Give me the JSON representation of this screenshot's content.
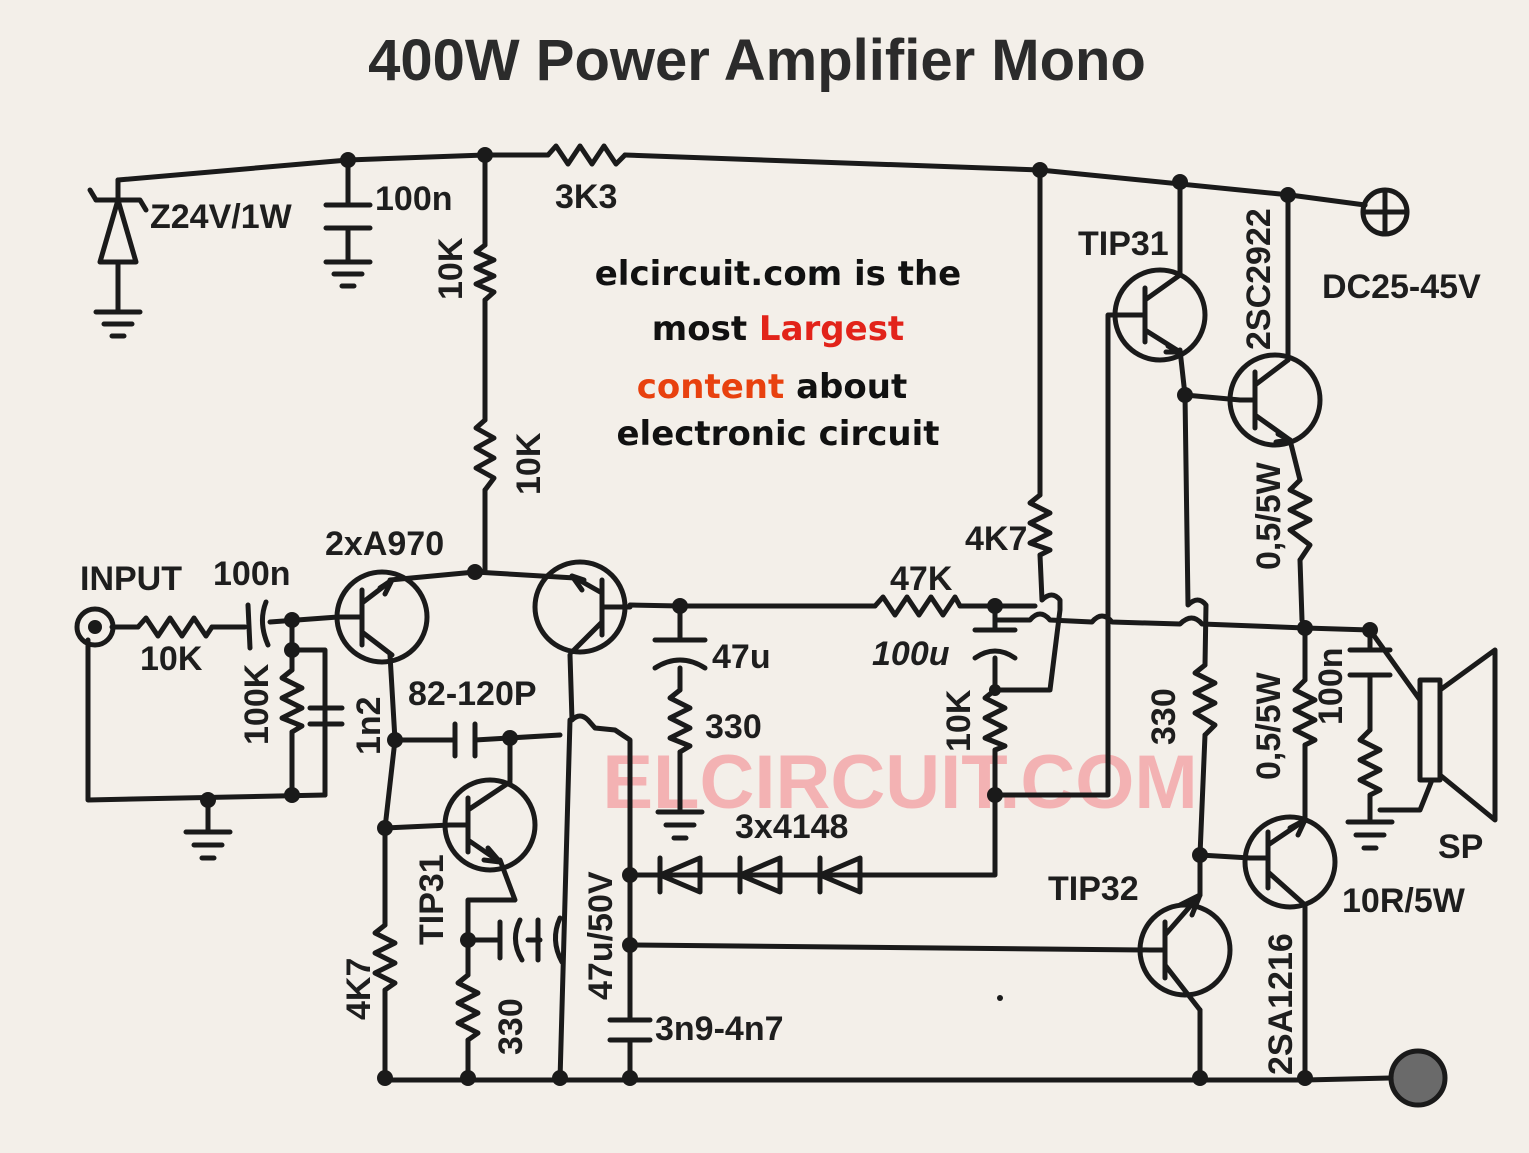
{
  "title": "400W Power Amplifier Mono",
  "promo": {
    "line1": "elcircuit.com is the",
    "line2a": "most ",
    "line2b": "Largest",
    "line3a": "content",
    "line3b": " about",
    "line4": "electronic circuit"
  },
  "watermark": "ELCIRCUIT.COM",
  "labels": {
    "zener": "Z24V/1W",
    "cap_100n_top": "100n",
    "r_3k3": "3K3",
    "r_10k_upper": "10K",
    "r_10k_lower": "10K",
    "input": "INPUT",
    "cap_100n_in": "100n",
    "r_10k_in": "10K",
    "r_100k": "100K",
    "cap_1n2": "1n2",
    "q_pair": "2xA970",
    "cap_82_120p": "82-120P",
    "q_tip31_driver": "TIP31",
    "r_4k7_left": "4K7",
    "r_330_left": "330",
    "cap_47u50v": "47u/50V",
    "cap_47u": "47u",
    "r_330_mid": "330",
    "diodes": "3x4148",
    "cap_3n9": "3n9-4n7",
    "r_47k": "47K",
    "cap_100u": "100u",
    "r_4k7_right": "4K7",
    "r_10k_right": "10K",
    "q_tip31_out": "TIP31",
    "q_2sc2922": "2SC2922",
    "supply": "DC25-45V",
    "r_05_top": "0,5/5W",
    "r_330_right": "330",
    "r_05_bot": "0,5/5W",
    "cap_100n_out": "100n",
    "speaker": "SP",
    "r_10r": "10R/5W",
    "q_tip32": "TIP32",
    "q_2sa1216": "2SA1216"
  },
  "colors": {
    "ink": "#1a1a1a",
    "paper": "#f3efe9",
    "promo_red": "#e2231a",
    "promo_orange": "#e8410f",
    "watermark": "#f4a8aa"
  }
}
